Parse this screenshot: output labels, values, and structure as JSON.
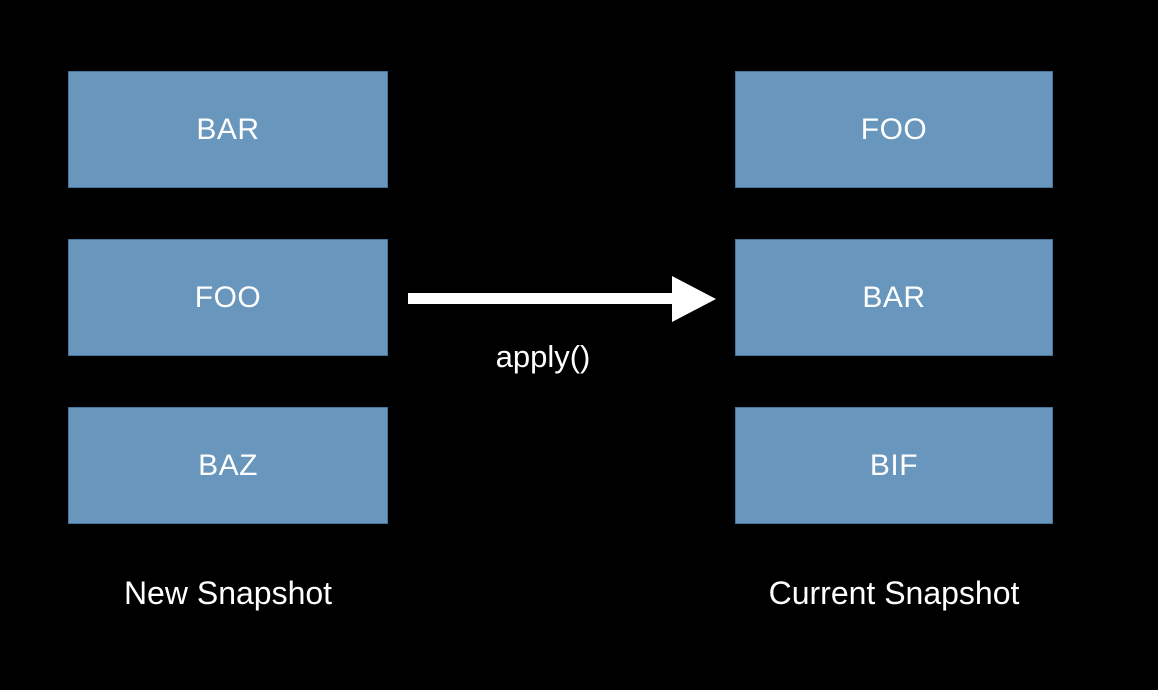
{
  "diagram": {
    "background_color": "#000000",
    "box_fill_color": "#6896BC",
    "box_text_color": "#FFFFFF",
    "left_column": {
      "label": "New Snapshot",
      "boxes": [
        "BAR",
        "FOO",
        "BAZ"
      ]
    },
    "right_column": {
      "label": "Current Snapshot",
      "boxes": [
        "FOO",
        "BAR",
        "BIF"
      ]
    },
    "arrow": {
      "label": "apply()",
      "direction": "right",
      "color": "#FFFFFF"
    }
  }
}
